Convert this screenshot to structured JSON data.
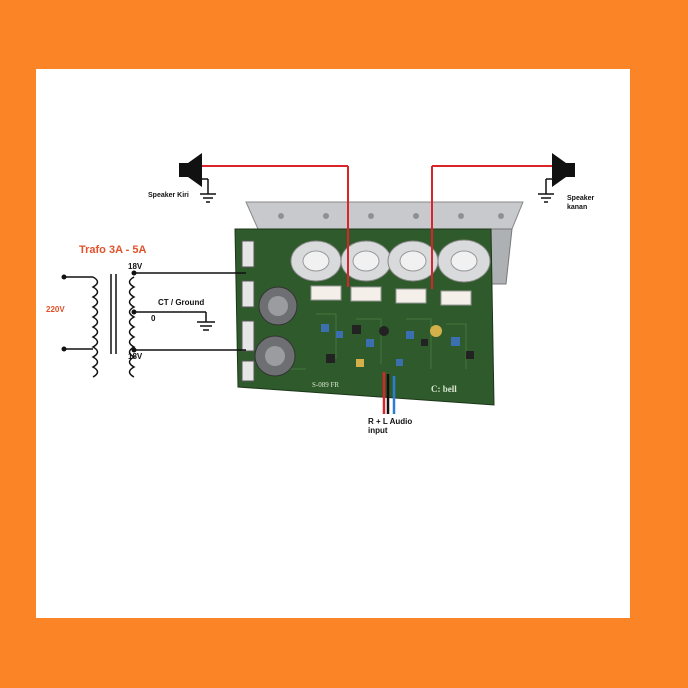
{
  "diagram": {
    "transformer_title": "Trafo 3A - 5A",
    "mains_voltage": "220V",
    "secondary_top_voltage": "18V",
    "center_tap_label": "CT / Ground",
    "center_tap_value": "0",
    "secondary_bottom_voltage": "18V",
    "speaker_left_label": "Speaker Kiri",
    "speaker_right_label_line1": "Speaker",
    "speaker_right_label_line2": "kanan",
    "audio_input_line1": "R + L Audio",
    "audio_input_line2": "input",
    "board_model": "S-089 FR",
    "board_brand": "C: bell"
  },
  "colors": {
    "background": "#fb8426",
    "panel": "#ffffff",
    "wire_red": "#d9252a",
    "wire_blue": "#2a7fd4",
    "pcb_green": "#2f5a2b",
    "label_red": "#e0522b"
  },
  "icons": {
    "speaker_left": "speaker-icon",
    "speaker_right": "speaker-icon",
    "ground_symbol": "ground-icon"
  }
}
